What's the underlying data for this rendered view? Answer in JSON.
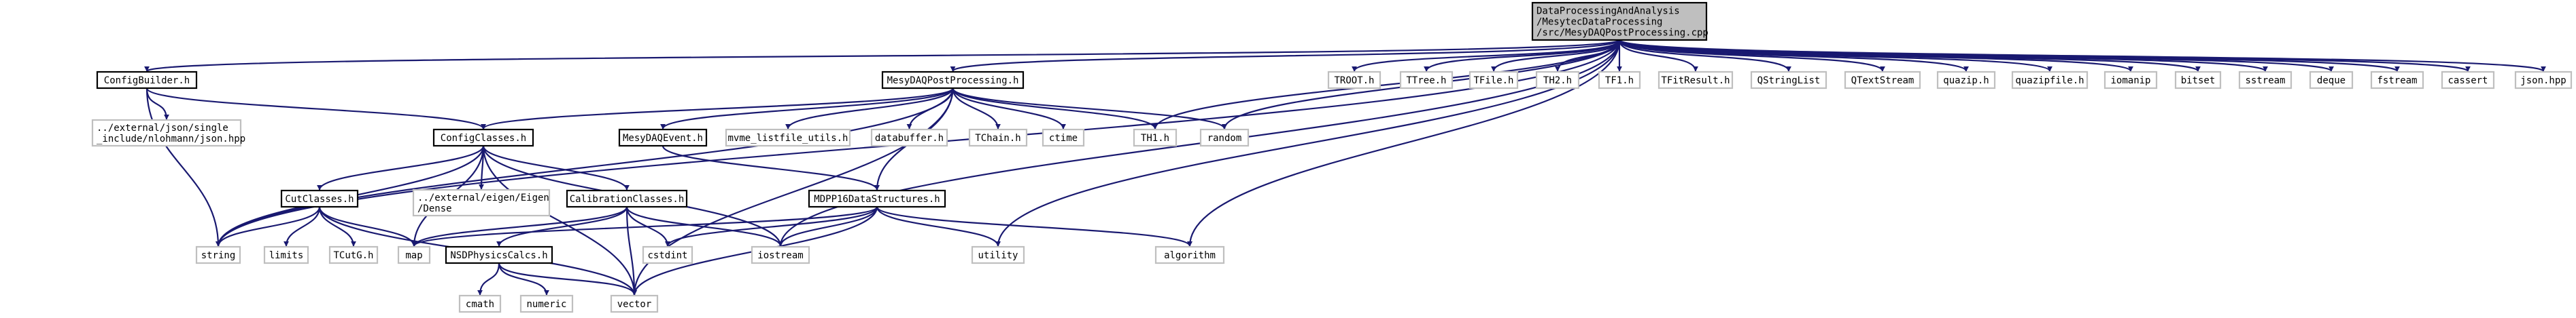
{
  "colors": {
    "edge": "#191970",
    "root_fill": "#bfbfbf",
    "root_border": "#000000",
    "project_border": "#000000",
    "system_border": "#bfbfbf",
    "node_fill": "#ffffff"
  },
  "nodes": [
    {
      "id": "root",
      "kind": "root",
      "lines": [
        "DataProcessingAndAnalysis",
        "/MesytecDataProcessing",
        "/src/MesyDAQPostProcessing.cpp"
      ]
    },
    {
      "id": "ConfigBuilder.h",
      "kind": "project",
      "lines": [
        "ConfigBuilder.h"
      ]
    },
    {
      "id": "MesyDAQPostProcessing.h",
      "kind": "project",
      "lines": [
        "MesyDAQPostProcessing.h"
      ]
    },
    {
      "id": "json_external",
      "kind": "system",
      "lines": [
        "../external/json/single",
        "_include/nlohmann/json.hpp"
      ]
    },
    {
      "id": "ConfigClasses.h",
      "kind": "project",
      "lines": [
        "ConfigClasses.h"
      ]
    },
    {
      "id": "MesyDAQEvent.h",
      "kind": "project",
      "lines": [
        "MesyDAQEvent.h"
      ]
    },
    {
      "id": "mvme_listfile_utils.h",
      "kind": "system",
      "lines": [
        "mvme_listfile_utils.h"
      ]
    },
    {
      "id": "databuffer.h",
      "kind": "system",
      "lines": [
        "databuffer.h"
      ]
    },
    {
      "id": "TChain.h",
      "kind": "system",
      "lines": [
        "TChain.h"
      ]
    },
    {
      "id": "ctime",
      "kind": "system",
      "lines": [
        "ctime"
      ]
    },
    {
      "id": "TH1.h",
      "kind": "system",
      "lines": [
        "TH1.h"
      ]
    },
    {
      "id": "random",
      "kind": "system",
      "lines": [
        "random"
      ]
    },
    {
      "id": "TROOT.h",
      "kind": "system",
      "lines": [
        "TROOT.h"
      ]
    },
    {
      "id": "TTree.h",
      "kind": "system",
      "lines": [
        "TTree.h"
      ]
    },
    {
      "id": "TFile.h",
      "kind": "system",
      "lines": [
        "TFile.h"
      ]
    },
    {
      "id": "TH2.h",
      "kind": "system",
      "lines": [
        "TH2.h"
      ]
    },
    {
      "id": "TF1.h",
      "kind": "system",
      "lines": [
        "TF1.h"
      ]
    },
    {
      "id": "TFitResult.h",
      "kind": "system",
      "lines": [
        "TFitResult.h"
      ]
    },
    {
      "id": "QStringList",
      "kind": "system",
      "lines": [
        "QStringList"
      ]
    },
    {
      "id": "QTextStream",
      "kind": "system",
      "lines": [
        "QTextStream"
      ]
    },
    {
      "id": "quazip.h",
      "kind": "system",
      "lines": [
        "quazip.h"
      ]
    },
    {
      "id": "quazipfile.h",
      "kind": "system",
      "lines": [
        "quazipfile.h"
      ]
    },
    {
      "id": "iomanip",
      "kind": "system",
      "lines": [
        "iomanip"
      ]
    },
    {
      "id": "bitset",
      "kind": "system",
      "lines": [
        "bitset"
      ]
    },
    {
      "id": "sstream",
      "kind": "system",
      "lines": [
        "sstream"
      ]
    },
    {
      "id": "deque",
      "kind": "system",
      "lines": [
        "deque"
      ]
    },
    {
      "id": "fstream",
      "kind": "system",
      "lines": [
        "fstream"
      ]
    },
    {
      "id": "cassert",
      "kind": "system",
      "lines": [
        "cassert"
      ]
    },
    {
      "id": "json.hpp",
      "kind": "system",
      "lines": [
        "json.hpp"
      ]
    },
    {
      "id": "CutClasses.h",
      "kind": "project",
      "lines": [
        "CutClasses.h"
      ]
    },
    {
      "id": "eigen_external",
      "kind": "system",
      "lines": [
        "../external/eigen/Eigen",
        "/Dense"
      ]
    },
    {
      "id": "CalibrationClasses.h",
      "kind": "project",
      "lines": [
        "CalibrationClasses.h"
      ]
    },
    {
      "id": "MDPP16DataStructures.h",
      "kind": "project",
      "lines": [
        "MDPP16DataStructures.h"
      ]
    },
    {
      "id": "string",
      "kind": "system",
      "lines": [
        "string"
      ]
    },
    {
      "id": "limits",
      "kind": "system",
      "lines": [
        "limits"
      ]
    },
    {
      "id": "TCutG.h",
      "kind": "system",
      "lines": [
        "TCutG.h"
      ]
    },
    {
      "id": "map",
      "kind": "system",
      "lines": [
        "map"
      ]
    },
    {
      "id": "cstdint",
      "kind": "system",
      "lines": [
        "cstdint"
      ]
    },
    {
      "id": "iostream",
      "kind": "system",
      "lines": [
        "iostream"
      ]
    },
    {
      "id": "utility",
      "kind": "system",
      "lines": [
        "utility"
      ]
    },
    {
      "id": "algorithm",
      "kind": "system",
      "lines": [
        "algorithm"
      ]
    },
    {
      "id": "NSDPhysicsCalcs.h",
      "kind": "project",
      "lines": [
        "NSDPhysicsCalcs.h"
      ]
    },
    {
      "id": "cmath",
      "kind": "system",
      "lines": [
        "cmath"
      ]
    },
    {
      "id": "numeric",
      "kind": "system",
      "lines": [
        "numeric"
      ]
    },
    {
      "id": "vector",
      "kind": "system",
      "lines": [
        "vector"
      ]
    }
  ],
  "edges": [
    [
      "root",
      "ConfigBuilder.h"
    ],
    [
      "root",
      "MesyDAQPostProcessing.h"
    ],
    [
      "root",
      "TH1.h"
    ],
    [
      "root",
      "random"
    ],
    [
      "root",
      "TROOT.h"
    ],
    [
      "root",
      "TTree.h"
    ],
    [
      "root",
      "TFile.h"
    ],
    [
      "root",
      "TH2.h"
    ],
    [
      "root",
      "TF1.h"
    ],
    [
      "root",
      "TFitResult.h"
    ],
    [
      "root",
      "QStringList"
    ],
    [
      "root",
      "QTextStream"
    ],
    [
      "root",
      "quazip.h"
    ],
    [
      "root",
      "quazipfile.h"
    ],
    [
      "root",
      "iomanip"
    ],
    [
      "root",
      "bitset"
    ],
    [
      "root",
      "sstream"
    ],
    [
      "root",
      "deque"
    ],
    [
      "root",
      "fstream"
    ],
    [
      "root",
      "cassert"
    ],
    [
      "root",
      "json.hpp"
    ],
    [
      "root",
      "string"
    ],
    [
      "root",
      "iostream"
    ],
    [
      "root",
      "utility"
    ],
    [
      "root",
      "algorithm"
    ],
    [
      "ConfigBuilder.h",
      "json_external"
    ],
    [
      "ConfigBuilder.h",
      "ConfigClasses.h"
    ],
    [
      "ConfigBuilder.h",
      "string"
    ],
    [
      "MesyDAQPostProcessing.h",
      "ConfigClasses.h"
    ],
    [
      "MesyDAQPostProcessing.h",
      "MesyDAQEvent.h"
    ],
    [
      "MesyDAQPostProcessing.h",
      "mvme_listfile_utils.h"
    ],
    [
      "MesyDAQPostProcessing.h",
      "databuffer.h"
    ],
    [
      "MesyDAQPostProcessing.h",
      "TChain.h"
    ],
    [
      "MesyDAQPostProcessing.h",
      "ctime"
    ],
    [
      "MesyDAQPostProcessing.h",
      "TH1.h"
    ],
    [
      "MesyDAQPostProcessing.h",
      "random"
    ],
    [
      "MesyDAQPostProcessing.h",
      "string"
    ],
    [
      "MesyDAQPostProcessing.h",
      "vector"
    ],
    [
      "MesyDAQPostProcessing.h",
      "MDPP16DataStructures.h"
    ],
    [
      "ConfigClasses.h",
      "CutClasses.h"
    ],
    [
      "ConfigClasses.h",
      "eigen_external"
    ],
    [
      "ConfigClasses.h",
      "CalibrationClasses.h"
    ],
    [
      "ConfigClasses.h",
      "string"
    ],
    [
      "ConfigClasses.h",
      "map"
    ],
    [
      "ConfigClasses.h",
      "vector"
    ],
    [
      "ConfigClasses.h",
      "iostream"
    ],
    [
      "MesyDAQEvent.h",
      "MDPP16DataStructures.h"
    ],
    [
      "CutClasses.h",
      "string"
    ],
    [
      "CutClasses.h",
      "limits"
    ],
    [
      "CutClasses.h",
      "TCutG.h"
    ],
    [
      "CutClasses.h",
      "map"
    ],
    [
      "CutClasses.h",
      "vector"
    ],
    [
      "CalibrationClasses.h",
      "NSDPhysicsCalcs.h"
    ],
    [
      "CalibrationClasses.h",
      "map"
    ],
    [
      "CalibrationClasses.h",
      "cstdint"
    ],
    [
      "CalibrationClasses.h",
      "iostream"
    ],
    [
      "CalibrationClasses.h",
      "vector"
    ],
    [
      "MDPP16DataStructures.h",
      "map"
    ],
    [
      "MDPP16DataStructures.h",
      "cstdint"
    ],
    [
      "MDPP16DataStructures.h",
      "iostream"
    ],
    [
      "MDPP16DataStructures.h",
      "utility"
    ],
    [
      "MDPP16DataStructures.h",
      "algorithm"
    ],
    [
      "MDPP16DataStructures.h",
      "vector"
    ],
    [
      "NSDPhysicsCalcs.h",
      "cmath"
    ],
    [
      "NSDPhysicsCalcs.h",
      "numeric"
    ],
    [
      "NSDPhysicsCalcs.h",
      "vector"
    ]
  ]
}
